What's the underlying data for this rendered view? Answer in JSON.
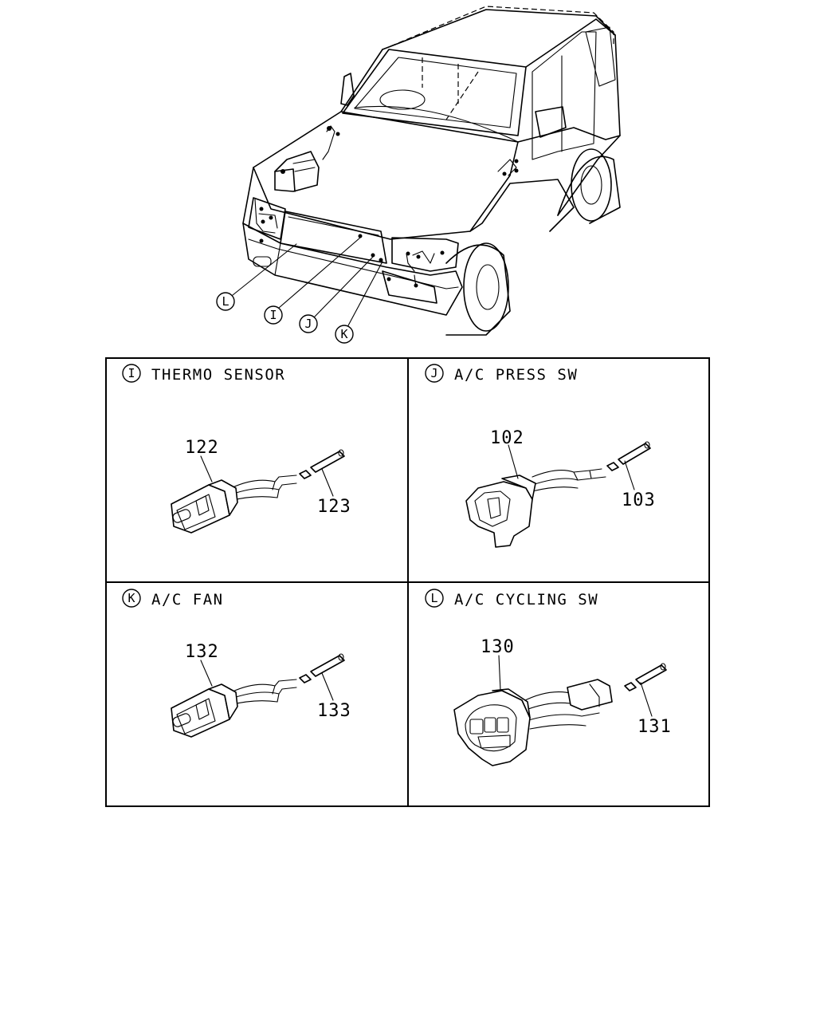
{
  "vehicle": {
    "callouts": [
      {
        "id": "L",
        "letter": "L"
      },
      {
        "id": "I",
        "letter": "I"
      },
      {
        "id": "J",
        "letter": "J"
      },
      {
        "id": "K",
        "letter": "K"
      }
    ]
  },
  "panels": [
    {
      "letter": "I",
      "title": "THERMO SENSOR",
      "connector_part": "122",
      "terminal_part": "123"
    },
    {
      "letter": "J",
      "title": "A/C PRESS SW",
      "connector_part": "102",
      "terminal_part": "103"
    },
    {
      "letter": "K",
      "title": "A/C FAN",
      "connector_part": "132",
      "terminal_part": "133"
    },
    {
      "letter": "L",
      "title": "A/C CYCLING SW",
      "connector_part": "130",
      "terminal_part": "131"
    }
  ]
}
